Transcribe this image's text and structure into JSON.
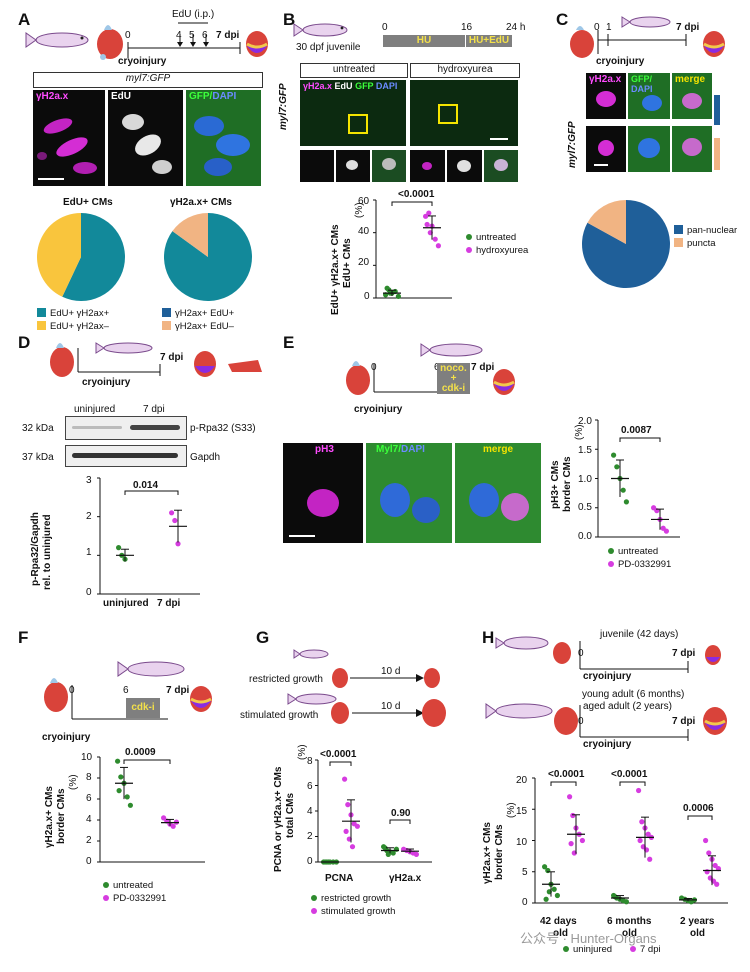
{
  "panels": {
    "A": {
      "label": "A",
      "edu_label": "EdU (i.p.)",
      "days": [
        "0",
        "4",
        "5",
        "6",
        "7 dpi"
      ],
      "cryo": "cryoinjury",
      "header": "myl7:GFP",
      "ch1": "γH2a.x",
      "ch2": "EdU",
      "ch3a": "GFP/",
      "ch3b": "DAPI",
      "pie1_title": "EdU+ CMs",
      "pie2_title": "γH2a.x+ CMs",
      "leg1a": "EdU+ γH2ax+",
      "leg1b": "EdU+ γH2ax–",
      "leg2a": "γH2ax+ EdU+",
      "leg2b": "γH2ax+ EdU–",
      "colors": {
        "teal": "#12899a",
        "yellow": "#f9c53d",
        "peach": "#f1b483",
        "navy": "#1f5f99"
      }
    },
    "B": {
      "label": "B",
      "fish": "30 dpf juvenile",
      "t0": "0",
      "t16": "16",
      "t24": "24 h",
      "hu": "HU",
      "huedu": "HU+EdU",
      "untreated": "untreated",
      "hydroxyurea": "hydroxyurea",
      "side": "myl7:GFP",
      "ch_g": "γH2a.x",
      "ch_e": "EdU",
      "ch_gfp": "GFP",
      "ch_dapi": "DAPI",
      "pval": "<0.0001",
      "ylab1": "EdU+ γH2a.x+ CMs",
      "ylab2": "EdU+ CMs",
      "yunit": "(%)",
      "ticks": [
        "0",
        "20",
        "40",
        "60"
      ],
      "leg_untreated": "untreated",
      "leg_hu": "hydroxyurea"
    },
    "C": {
      "label": "C",
      "t0": "0",
      "t1": "1",
      "t7": "7 dpi",
      "cryo": "cryoinjury",
      "ch1": "γH2a.x",
      "ch2a": "GFP/",
      "ch2b": "DAPI",
      "ch3": "merge",
      "side": "myl7:GFP",
      "leg_a": "pan-nuclear",
      "leg_b": "puncta"
    },
    "D": {
      "label": "D",
      "t7": "7 dpi",
      "cryo": "cryoinjury",
      "col1": "uninjured",
      "col2": "7 dpi",
      "kda1": "32 kDa",
      "kda2": "37 kDa",
      "band1": "p-Rpa32 (S33)",
      "band2": "Gapdh",
      "pval": "0.014",
      "ylab1": "p-Rpa32/Gapdh",
      "ylab2": "rel. to uninjured",
      "ticks": [
        "0",
        "1",
        "2",
        "3"
      ],
      "xcat": [
        "uninjured",
        "7 dpi"
      ]
    },
    "E": {
      "label": "E",
      "t0": "0",
      "t6": "6",
      "t7": "7 dpi",
      "box1": "noco.",
      "box2": "+",
      "box3": "cdk-i",
      "cryo": "cryoinjury",
      "ch1": "pH3",
      "ch2a": "Myl7/",
      "ch2b": "DAPI",
      "ch3": "merge",
      "pval": "0.0087",
      "ylab1": "pH3+ CMs",
      "ylab2": "border CMs",
      "yunit": "(%)",
      "ticks": [
        "0.0",
        "0.5",
        "1.0",
        "1.5",
        "2.0"
      ],
      "leg_untreated": "untreated",
      "leg_pd": "PD-0332991"
    },
    "F": {
      "label": "F",
      "t0": "0",
      "t6": "6",
      "t7": "7 dpi",
      "box": "cdk-i",
      "cryo": "cryoinjury",
      "pval": "0.0009",
      "ylab1": "γH2a.x+ CMs",
      "ylab2": "border CMs",
      "yunit": "(%)",
      "ticks": [
        "0",
        "2",
        "4",
        "6",
        "8",
        "10"
      ],
      "leg_untreated": "untreated",
      "leg_pd": "PD-0332991"
    },
    "G": {
      "label": "G",
      "row1": "restricted growth",
      "row2": "stimulated growth",
      "dur": "10 d",
      "pval1": "<0.0001",
      "pval2": "0.90",
      "ylab1": "PCNA or γH2a.x+ CMs",
      "ylab2": "total CMs",
      "yunit": "(%)",
      "ticks": [
        "0",
        "2",
        "4",
        "6",
        "8"
      ],
      "xcat": [
        "PCNA",
        "γH2a.x"
      ],
      "leg_r": "restricted growth",
      "leg_s": "stimulated growth"
    },
    "H": {
      "label": "H",
      "juv": "juvenile (42 days)",
      "adult1": "young adult (6 months)",
      "adult2": "aged adult (2 years)",
      "t0": "0",
      "t7": "7 dpi",
      "cryo": "cryoinjury",
      "pvals": [
        "<0.0001",
        "<0.0001",
        "0.0006"
      ],
      "ylab1": "γH2a.x+ CMs",
      "ylab2": "border CMs",
      "yunit": "(%)",
      "ticks": [
        "0",
        "5",
        "10",
        "15",
        "20"
      ],
      "xcat1": [
        "42 days",
        "6 months",
        "2 years"
      ],
      "xcat2": [
        "old",
        "old",
        "old"
      ],
      "leg_u": "uninjured",
      "leg_7": "7 dpi"
    }
  },
  "watermark": "公众号 · Hunter-Organs",
  "chart_data": [
    {
      "type": "pie",
      "panel": "A",
      "title": "EdU+ CMs",
      "labels": [
        "EdU+ γH2ax+",
        "EdU+ γH2ax–"
      ],
      "values": [
        57,
        43
      ]
    },
    {
      "type": "pie",
      "panel": "A",
      "title": "γH2a.x+ CMs",
      "labels": [
        "γH2ax+ EdU+",
        "γH2ax+ EdU–"
      ],
      "values": [
        85,
        15
      ]
    },
    {
      "type": "pie",
      "panel": "C",
      "labels": [
        "pan-nuclear",
        "puncta"
      ],
      "values": [
        83,
        17
      ]
    },
    {
      "type": "scatter",
      "panel": "B",
      "ylabel": "EdU+ γH2a.x+ CMs / EdU+ CMs (%)",
      "ylim": [
        0,
        60
      ],
      "categories": [
        "untreated",
        "hydroxyurea"
      ],
      "series": [
        {
          "name": "untreated",
          "values": [
            2,
            5,
            3,
            4,
            1,
            6,
            3
          ]
        },
        {
          "name": "hydroxyurea",
          "values": [
            50,
            52,
            44,
            36,
            32,
            45,
            40
          ]
        }
      ],
      "means": [
        3,
        43
      ]
    },
    {
      "type": "scatter",
      "panel": "D",
      "ylabel": "p-Rpa32/Gapdh rel. to uninjured",
      "ylim": [
        0,
        3
      ],
      "categories": [
        "uninjured",
        "7 dpi"
      ],
      "series": [
        {
          "name": "uninjured",
          "values": [
            1.2,
            1.0,
            0.9
          ]
        },
        {
          "name": "7 dpi",
          "values": [
            2.1,
            1.9,
            1.3
          ]
        }
      ],
      "means": [
        1.0,
        1.75
      ]
    },
    {
      "type": "scatter",
      "panel": "E",
      "ylabel": "pH3+ CMs / border CMs (%)",
      "ylim": [
        0,
        2
      ],
      "categories": [
        "untreated",
        "PD-0332991"
      ],
      "series": [
        {
          "name": "untreated",
          "values": [
            1.4,
            1.2,
            1.0,
            0.8,
            0.6
          ]
        },
        {
          "name": "PD-0332991",
          "values": [
            0.5,
            0.45,
            0.3,
            0.15,
            0.1
          ]
        }
      ],
      "means": [
        1.0,
        0.3
      ]
    },
    {
      "type": "scatter",
      "panel": "F",
      "ylabel": "γH2a.x+ CMs / border CMs (%)",
      "ylim": [
        0,
        10
      ],
      "categories": [
        "untreated",
        "PD-0332991"
      ],
      "series": [
        {
          "name": "untreated",
          "values": [
            9.6,
            8.1,
            7.5,
            6.2,
            5.4,
            6.8
          ]
        },
        {
          "name": "PD-0332991",
          "values": [
            4.2,
            3.9,
            3.6,
            3.4,
            3.8
          ]
        }
      ],
      "means": [
        7.5,
        3.75
      ]
    },
    {
      "type": "scatter",
      "panel": "G",
      "ylabel": "PCNA or γH2a.x+ CMs / total CMs (%)",
      "ylim": [
        0,
        8
      ],
      "categories": [
        "PCNA",
        "γH2a.x"
      ],
      "series": [
        {
          "name": "restricted growth",
          "values": [
            0,
            0,
            0,
            0,
            0,
            0,
            0,
            1.2,
            0.9,
            0.8,
            0.7,
            1.0,
            1.1,
            0.6
          ]
        },
        {
          "name": "stimulated growth",
          "values": [
            6.5,
            4.5,
            3.7,
            3.0,
            2.8,
            2.4,
            1.8,
            1.2,
            1.0,
            0.9,
            0.8,
            0.7,
            0.6
          ]
        }
      ],
      "means": [
        0,
        3.2,
        0.9,
        0.85
      ]
    },
    {
      "type": "scatter",
      "panel": "H",
      "ylabel": "γH2a.x+ CMs / border CMs (%)",
      "ylim": [
        0,
        20
      ],
      "categories": [
        "42 days old",
        "6 months old",
        "2 years old"
      ],
      "series": [
        {
          "name": "uninjured",
          "values": [
            5.8,
            5.2,
            3.0,
            2.2,
            1.2,
            0.6,
            1.8,
            1.2,
            0.8,
            0.6,
            0.4,
            0.2,
            1.0,
            0.8,
            0.6,
            0.4,
            0.2,
            0.5
          ]
        },
        {
          "name": "7 dpi",
          "values": [
            17,
            14,
            12,
            11,
            10,
            9.5,
            8,
            18,
            13,
            12,
            11,
            10.5,
            10,
            9,
            8.5,
            7,
            10,
            8,
            7,
            6,
            5.5,
            5,
            4,
            3.5,
            3
          ]
        }
      ],
      "means": [
        3.0,
        11.0,
        0.8,
        10.5,
        0.5,
        5.2
      ]
    }
  ]
}
